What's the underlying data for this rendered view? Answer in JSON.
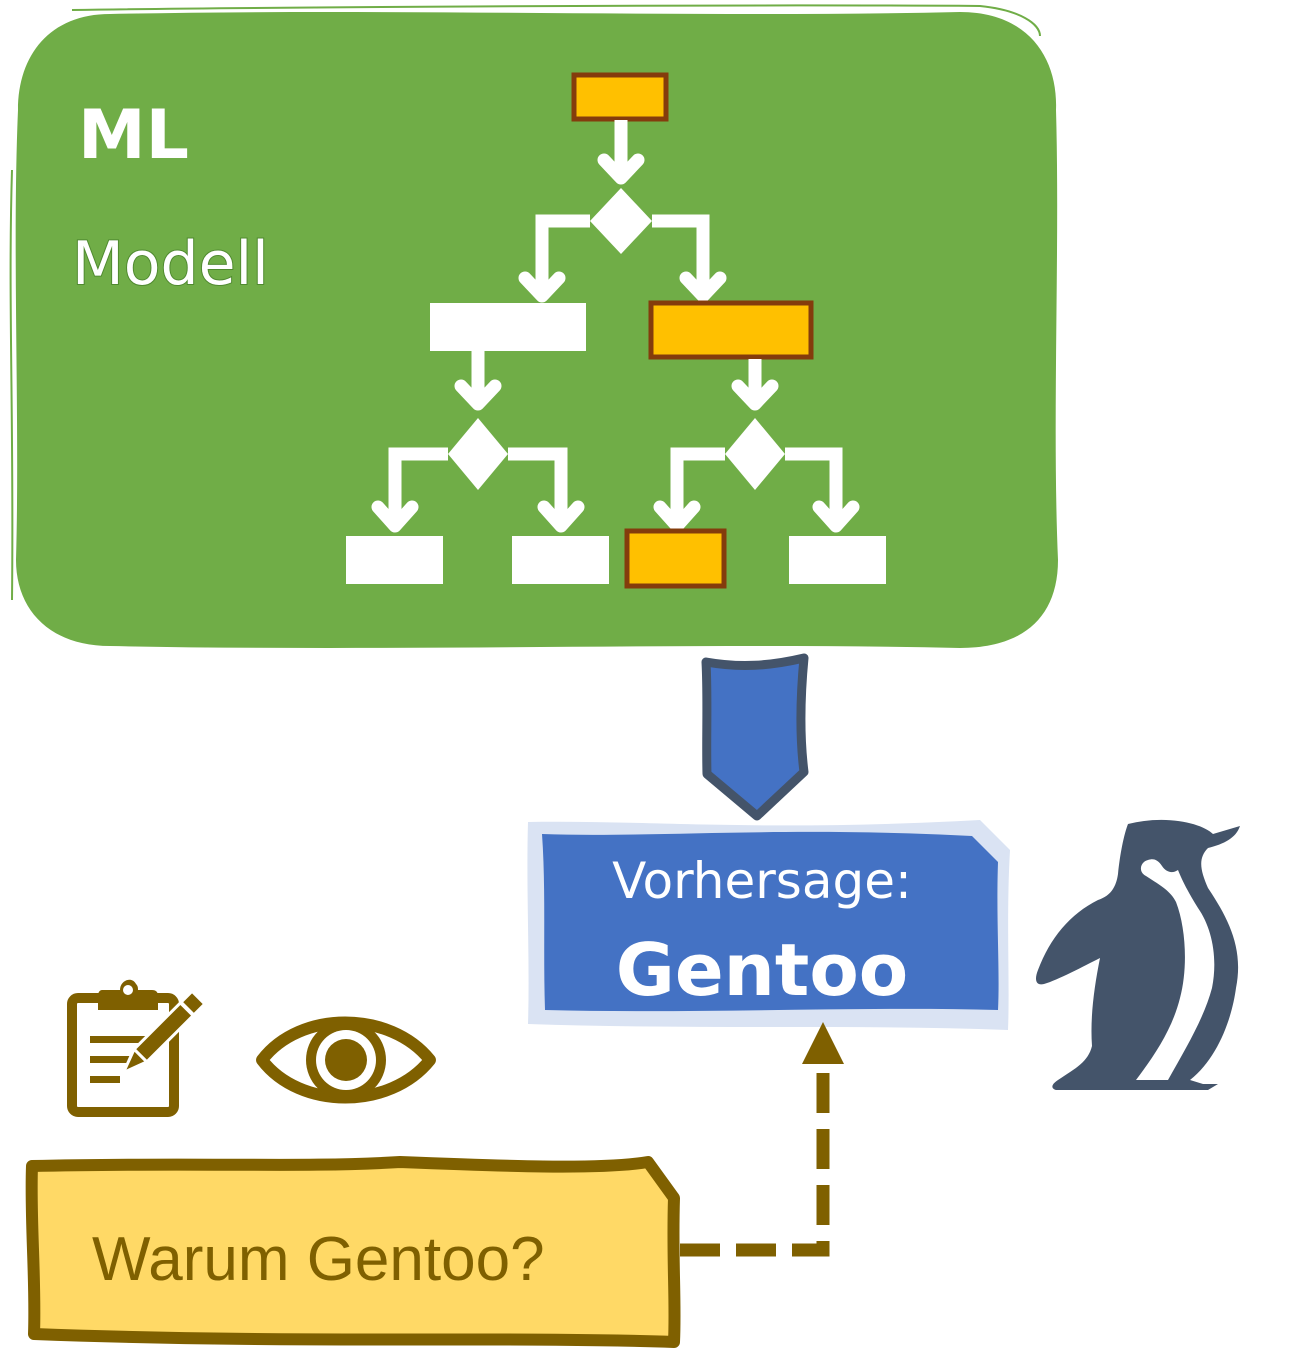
{
  "model_box": {
    "title": "ML",
    "subtitle": "Modell",
    "color": "#70ad47"
  },
  "decision_tree": {
    "node_color_default": "#ffffff",
    "node_color_highlight": "#ffc000",
    "highlight_border": "#843c0c",
    "nodes": [
      {
        "id": "root",
        "type": "box",
        "highlighted": true
      },
      {
        "id": "split-1",
        "type": "diamond",
        "highlighted": false
      },
      {
        "id": "left-1",
        "type": "box",
        "highlighted": false
      },
      {
        "id": "right-1",
        "type": "box",
        "highlighted": true
      },
      {
        "id": "split-left",
        "type": "diamond",
        "highlighted": false
      },
      {
        "id": "split-right",
        "type": "diamond",
        "highlighted": false
      },
      {
        "id": "leaf-1",
        "type": "box",
        "highlighted": false
      },
      {
        "id": "leaf-2",
        "type": "box",
        "highlighted": false
      },
      {
        "id": "leaf-3",
        "type": "box",
        "highlighted": true
      },
      {
        "id": "leaf-4",
        "type": "box",
        "highlighted": false
      }
    ]
  },
  "prediction": {
    "label": "Vorhersage:",
    "value": "Gentoo",
    "color": "#4472c4",
    "halo_color": "#dae3f3"
  },
  "model_output_arrow": {
    "fill": "#4472c4",
    "stroke": "#44546a"
  },
  "question_box": {
    "text": "Warum Gentoo?",
    "fill": "#ffd966",
    "stroke": "#7f6000"
  },
  "icons": {
    "clipboard": "clipboard-pencil-icon",
    "eye": "eye-icon",
    "penguin": "penguin-icon",
    "icon_color": "#7f6000",
    "penguin_color": "#44546a"
  }
}
